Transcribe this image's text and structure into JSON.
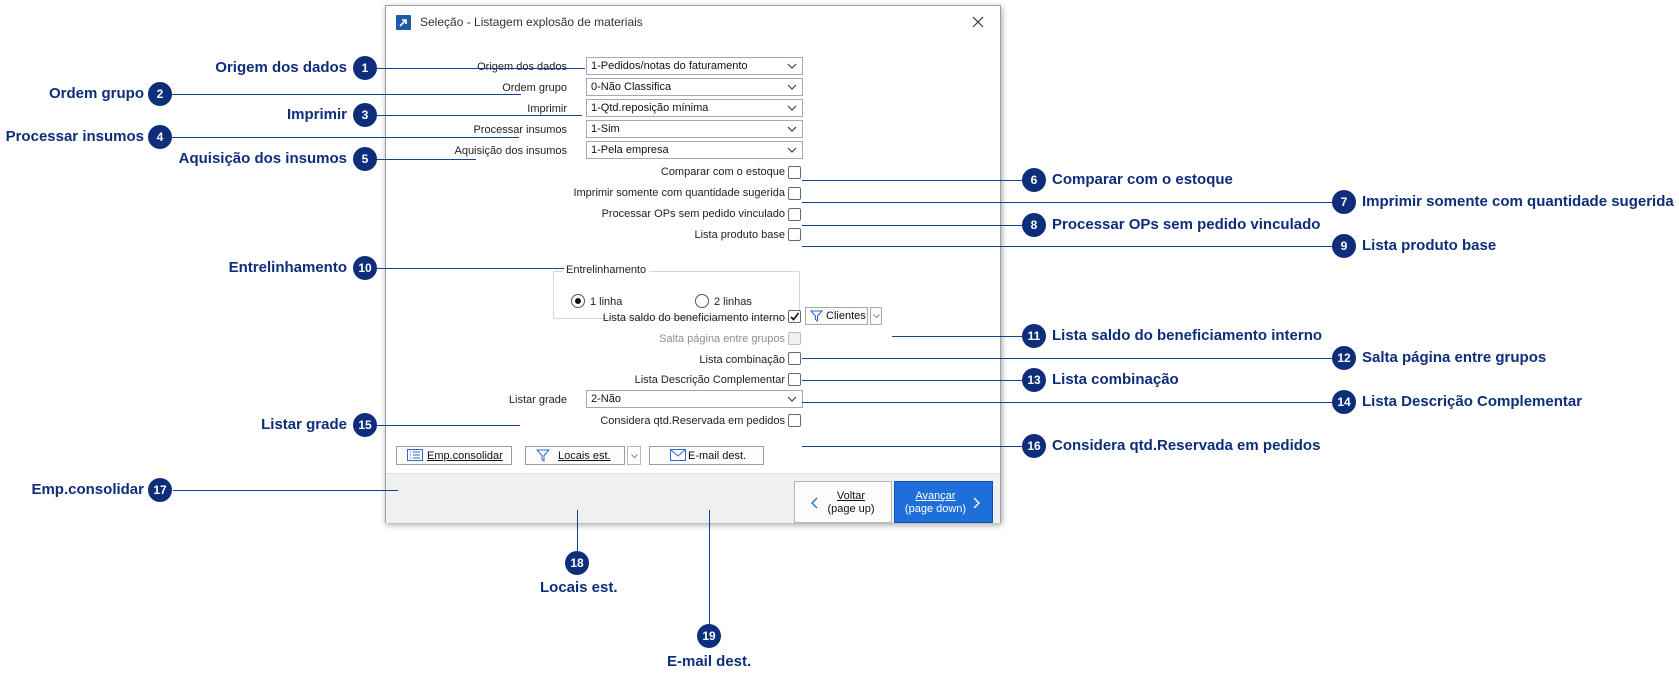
{
  "window": {
    "title": "Seleção - Listagem explosão de materiais"
  },
  "form": {
    "origem": {
      "label": "Origem dos dados",
      "value": "1-Pedidos/notas do faturamento"
    },
    "ordem": {
      "label": "Ordem grupo",
      "value": "0-Não Classifica"
    },
    "imprimir": {
      "label": "Imprimir",
      "value": "1-Qtd.reposição mínima"
    },
    "processar": {
      "label": "Processar insumos",
      "value": "1-Sim"
    },
    "aquisicao": {
      "label": "Aquisição dos insumos",
      "value": "1-Pela empresa"
    },
    "comparar": {
      "label": "Comparar com o estoque",
      "checked": false
    },
    "imprimir_sugerida": {
      "label": "Imprimir somente com quantidade sugerida",
      "checked": false
    },
    "processar_ops": {
      "label": "Processar OPs sem pedido vinculado",
      "checked": false
    },
    "lista_base": {
      "label": "Lista produto base",
      "checked": false
    },
    "entrelinhamento": {
      "title": "Entrelinhamento",
      "option1": "1 linha",
      "option2": "2 linhas",
      "selected": "1 linha"
    },
    "saldo": {
      "label": "Lista saldo do beneficiamento interno",
      "checked": true,
      "button": "Clientes"
    },
    "salta": {
      "label": "Salta página entre grupos",
      "checked": false,
      "disabled": true
    },
    "combinacao": {
      "label": "Lista combinação",
      "checked": false
    },
    "descricao": {
      "label": "Lista Descrição Complementar",
      "checked": false
    },
    "grade": {
      "label": "Listar grade",
      "value": "2-Não"
    },
    "reservada": {
      "label": "Considera qtd.Reservada em pedidos",
      "checked": false
    }
  },
  "footer": {
    "emp": "Emp.consolidar",
    "locais": "Locais est.",
    "email": "E-mail dest.",
    "voltar": "Voltar",
    "voltar_sub": "(page up)",
    "avancar": "Avançar",
    "avancar_sub": "(page down)"
  },
  "callouts": [
    {
      "n": "1",
      "label": "Origem dos dados"
    },
    {
      "n": "2",
      "label": "Ordem grupo"
    },
    {
      "n": "3",
      "label": "Imprimir"
    },
    {
      "n": "4",
      "label": "Processar insumos"
    },
    {
      "n": "5",
      "label": "Aquisição dos insumos"
    },
    {
      "n": "6",
      "label": "Comparar com o estoque"
    },
    {
      "n": "7",
      "label": "Imprimir somente com quantidade sugerida"
    },
    {
      "n": "8",
      "label": "Processar OPs sem pedido vinculado"
    },
    {
      "n": "9",
      "label": "Lista produto base"
    },
    {
      "n": "10",
      "label": "Entrelinhamento"
    },
    {
      "n": "11",
      "label": "Lista saldo do beneficiamento interno"
    },
    {
      "n": "12",
      "label": "Salta página entre grupos"
    },
    {
      "n": "13",
      "label": "Lista combinação"
    },
    {
      "n": "14",
      "label": "Lista Descrição Complementar"
    },
    {
      "n": "15",
      "label": "Listar grade"
    },
    {
      "n": "16",
      "label": "Considera qtd.Reservada em pedidos"
    },
    {
      "n": "17",
      "label": "Emp.consolidar"
    },
    {
      "n": "18",
      "label": "Locais est."
    },
    {
      "n": "19",
      "label": "E-mail dest."
    }
  ],
  "colors": {
    "accent": "#0e2d7a",
    "primary_button": "#1e6fd9"
  }
}
